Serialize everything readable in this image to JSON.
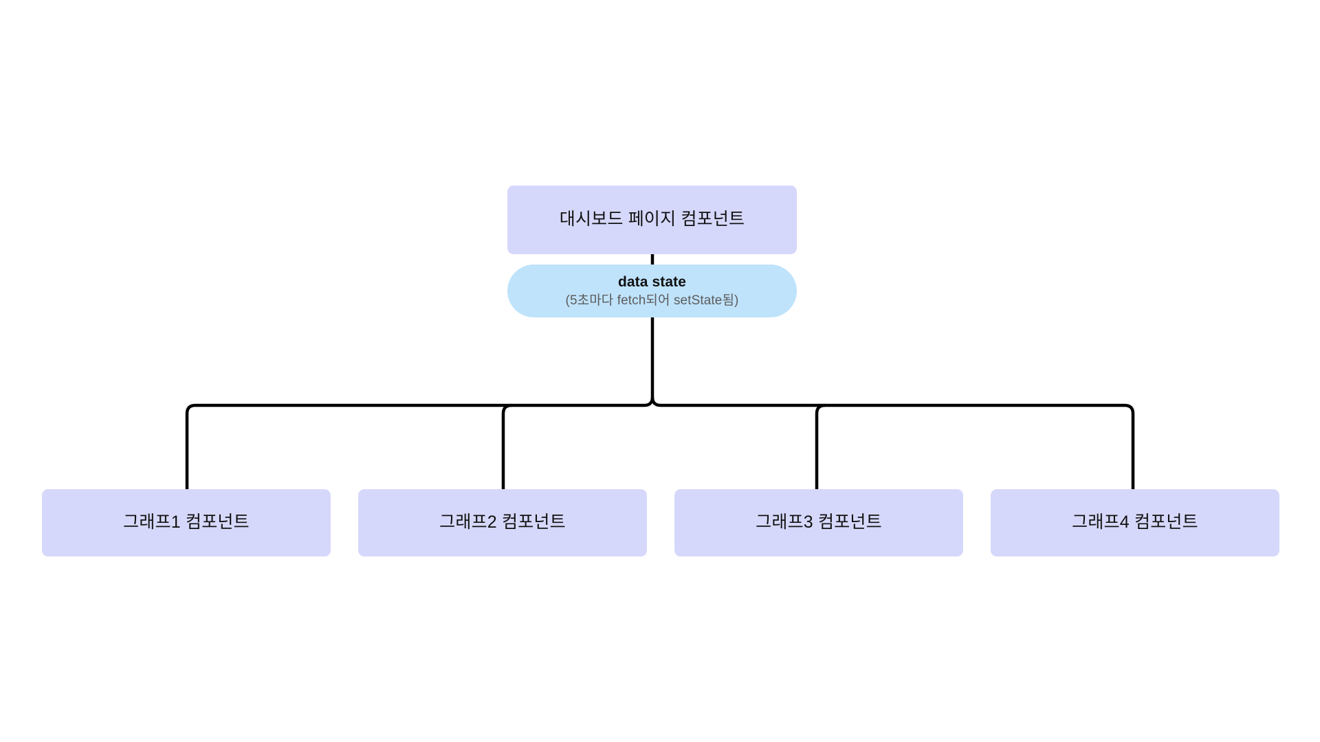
{
  "diagram": {
    "type": "component-tree",
    "title": "",
    "background_color": "#ffffff",
    "theme": {
      "component_node_color": "#d6d8fb",
      "state_node_color": "#bfe3fb",
      "edge_color": "#000000",
      "text_color": "#111111",
      "muted_text_color": "#5c5c5c"
    },
    "root": {
      "id": "dashboard-page",
      "label": "대시보드 페이지 컴포넌트",
      "shape": "rounded-rect",
      "color": "#d6d8fb"
    },
    "state": {
      "id": "data-state",
      "label": "data state",
      "sublabel": "(5초마다 fetch되어 setState됨)",
      "shape": "pill",
      "color": "#bfe3fb"
    },
    "children": [
      {
        "id": "graph-1",
        "label": "그래프1 컴포넌트",
        "shape": "rounded-rect",
        "color": "#d6d8fb"
      },
      {
        "id": "graph-2",
        "label": "그래프2 컴포넌트",
        "shape": "rounded-rect",
        "color": "#d6d8fb"
      },
      {
        "id": "graph-3",
        "label": "그래프3 컴포넌트",
        "shape": "rounded-rect",
        "color": "#d6d8fb"
      },
      {
        "id": "graph-4",
        "label": "그래프4 컴포넌트",
        "shape": "rounded-rect",
        "color": "#d6d8fb"
      }
    ],
    "edges": [
      {
        "id": "edge-root-to-state",
        "from": "dashboard-page",
        "to": "data-state",
        "style": "orthogonal"
      },
      {
        "id": "edge-state-to-graph1",
        "from": "data-state",
        "to": "graph-1",
        "style": "orthogonal"
      },
      {
        "id": "edge-state-to-graph2",
        "from": "data-state",
        "to": "graph-2",
        "style": "orthogonal"
      },
      {
        "id": "edge-state-to-graph3",
        "from": "data-state",
        "to": "graph-3",
        "style": "orthogonal"
      },
      {
        "id": "edge-state-to-graph4",
        "from": "data-state",
        "to": "graph-4",
        "style": "orthogonal"
      }
    ]
  }
}
